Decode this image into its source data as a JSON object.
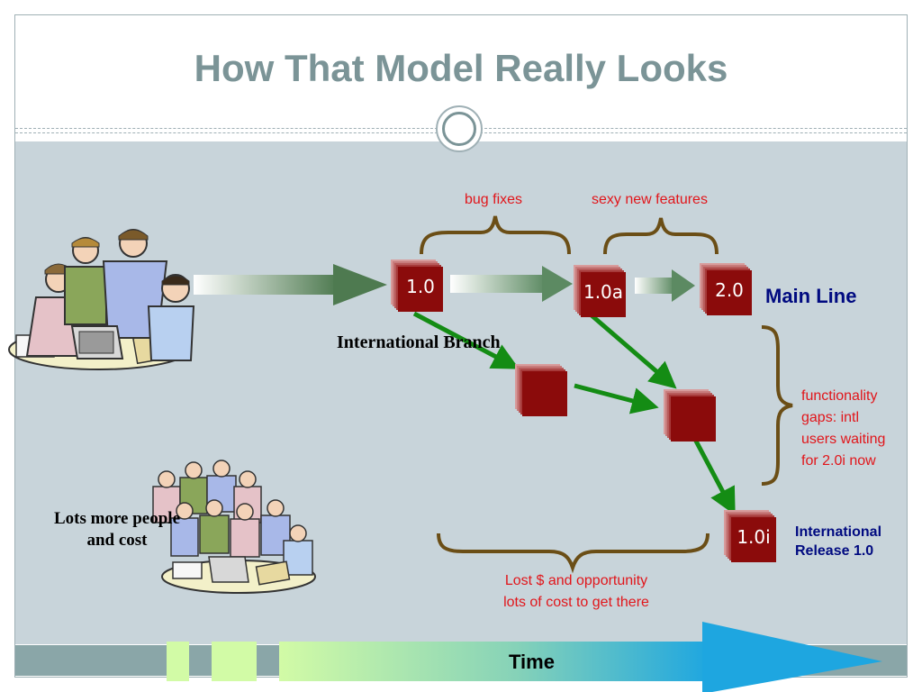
{
  "title": "How That Model Really Looks",
  "braces": {
    "bug_fixes": "bug fixes",
    "sexy_new_features": "sexy new features",
    "functionality_gaps": [
      "functionality",
      "gaps: intl",
      "users waiting",
      "for 2.0i now"
    ],
    "lost_cost": [
      "Lost $ and opportunity",
      "lots of cost to get there"
    ]
  },
  "versions": {
    "v1_0": "1.0",
    "v1_0a": "1.0a",
    "v2_0": "2.0",
    "v1_0i": "1.0i"
  },
  "labels": {
    "main_line": "Main Line",
    "international_branch": "International Branch",
    "international_release": [
      "International",
      "Release 1.0"
    ],
    "lots_more_people": [
      "Lots more people",
      "and cost"
    ],
    "time": "Time"
  },
  "icons": {
    "team": "team-at-computer-icon",
    "crowd": "crowd-at-computers-icon"
  },
  "colors": {
    "title": "#7b9497",
    "version_box": "#8b0b0b",
    "annotation": "#e1161b",
    "brace": "#6b4e16",
    "branch_arrow": "#148c14",
    "label_navy": "#000a80"
  }
}
